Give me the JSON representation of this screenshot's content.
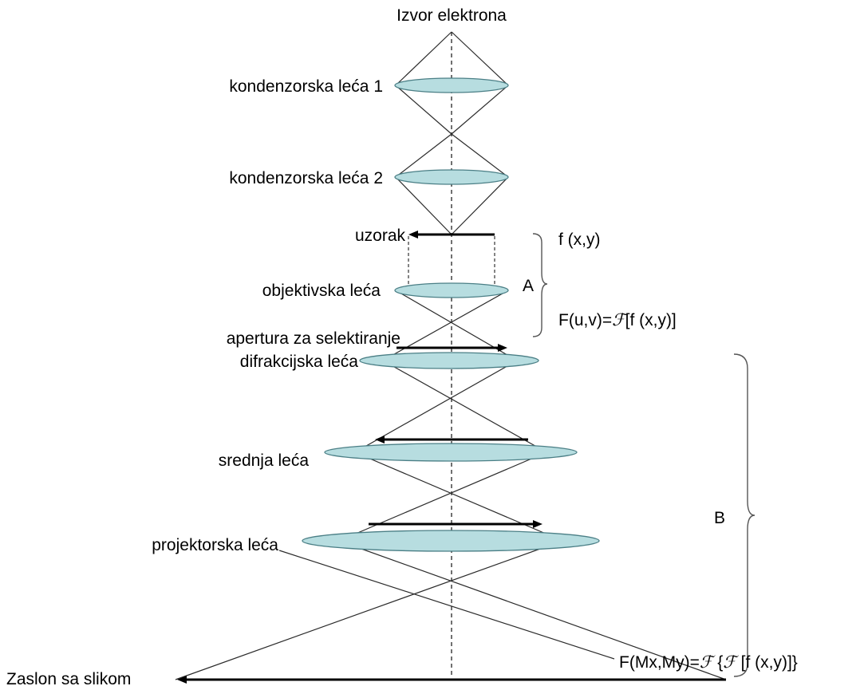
{
  "labels": {
    "source": "Izvor elektrona",
    "condenser1": "kondenzorska leća 1",
    "condenser2": "kondenzorska leća 2",
    "sample": "uzorak",
    "objective": "objektivska leća",
    "aperture": "apertura za selektiranje",
    "diffraction": "difrakcijska leća",
    "intermediate": "srednja leća",
    "projector": "projektorska leća",
    "screen": "Zaslon sa slikom"
  },
  "formulas": {
    "f": "f (x,y)",
    "F_prefix": "F(u,v)=",
    "F_script": "ℱ",
    "F_suffix": "[f (x,y)]",
    "G_prefix": "F(Mx,My)=",
    "G_script1": "ℱ",
    "G_mid": " {",
    "G_script2": "ℱ",
    "G_suffix": " [f (x,y)]}"
  },
  "braces": {
    "A": "A",
    "B": "B"
  },
  "colors": {
    "lens_fill": "#b7dde0",
    "lens_stroke": "#4b7f86"
  }
}
